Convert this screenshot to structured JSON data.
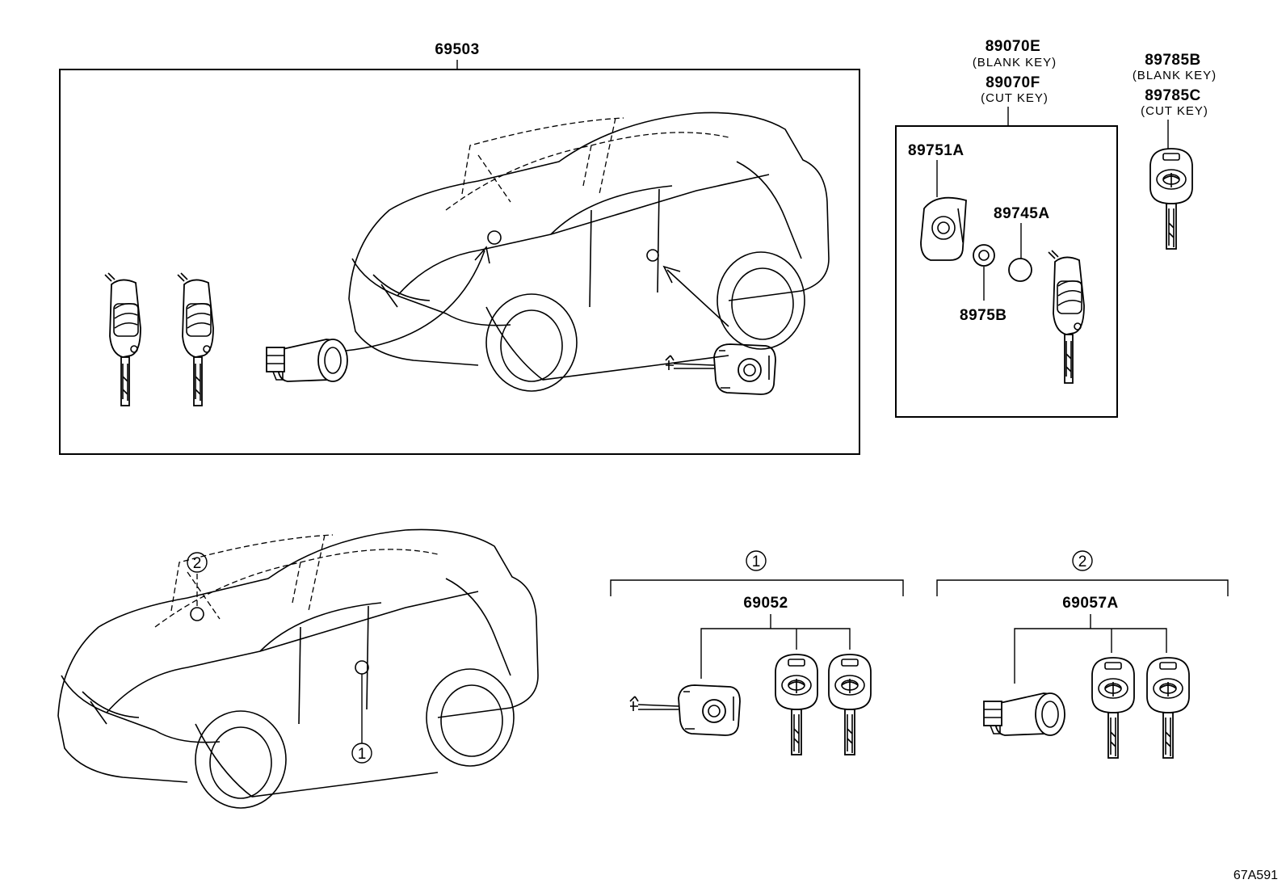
{
  "assembly": {
    "main_set": "69503",
    "key_kit": "89070E",
    "key_kit_blank_note": "(BLANK KEY)",
    "key_kit_cut": "89070F",
    "key_kit_cut_note": "(CUT KEY)",
    "spare_key": "89785B",
    "spare_key_blank_note": "(BLANK KEY)",
    "spare_key_cut": "89785C",
    "spare_key_cut_note": "(CUT KEY)",
    "cover": "89751A",
    "battery": "89745A",
    "transmitter": "8975B"
  },
  "groups": {
    "marker_1": "1",
    "marker_2": "2",
    "door_cylinder_set": "69052",
    "ignition_cylinder_set": "69057A"
  },
  "figure_id": "67A591"
}
